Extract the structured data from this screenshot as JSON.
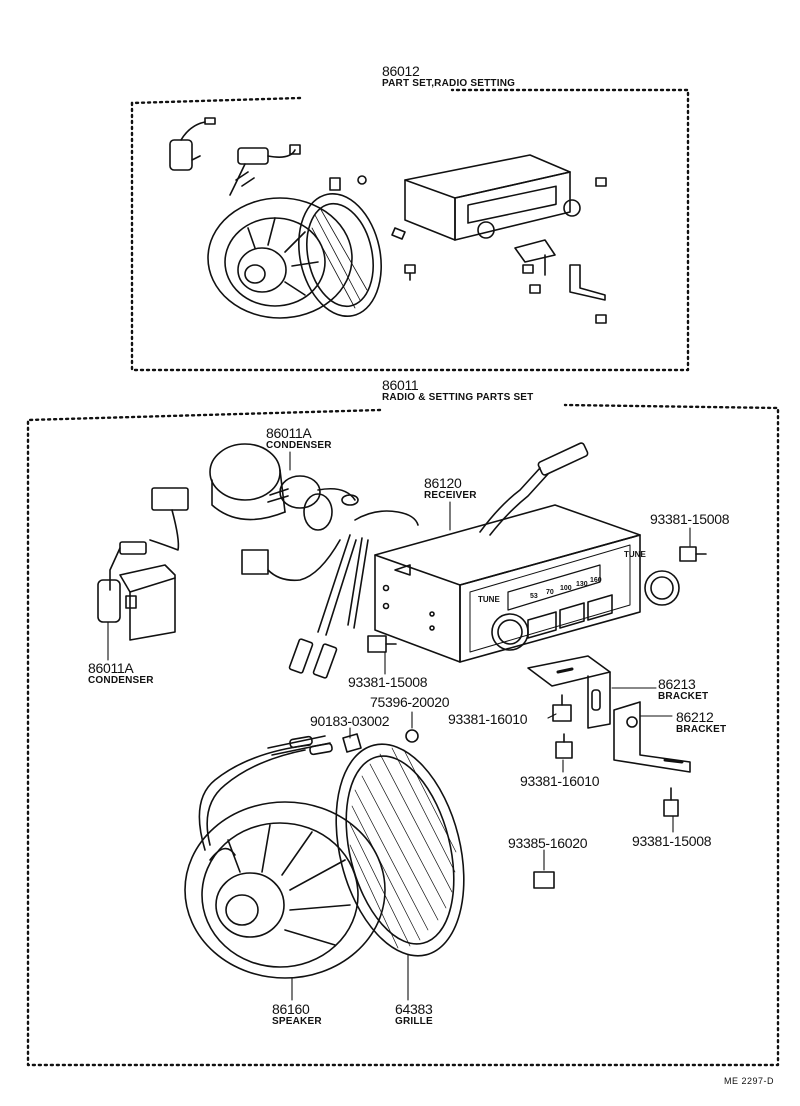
{
  "diagram": {
    "sets": [
      {
        "part_no": "86012",
        "desc": "PART SET,RADIO SETTING"
      },
      {
        "part_no": "86011",
        "desc": "RADIO & SETTING PARTS SET"
      }
    ],
    "parts": {
      "condenser_top": {
        "part_no": "86011A",
        "desc": "CONDENSER"
      },
      "condenser_left": {
        "part_no": "86011A",
        "desc": "CONDENSER"
      },
      "receiver": {
        "part_no": "86120",
        "desc": "RECEIVER"
      },
      "bracket_86213": {
        "part_no": "86213",
        "desc": "BRACKET"
      },
      "bracket_86212": {
        "part_no": "86212",
        "desc": "BRACKET"
      },
      "speaker": {
        "part_no": "86160",
        "desc": "SPEAKER"
      },
      "grille": {
        "part_no": "64383",
        "desc": "GRILLE"
      },
      "bolt_a": "93381-15008",
      "bolt_b": "93381-15008",
      "bolt_c": "93381-15008",
      "bolt_d": "93381-16010",
      "bolt_e": "93381-16010",
      "bolt_f": "93385-16020",
      "washer": "75396-20020",
      "clip": "90183-03002"
    },
    "receiver_face": {
      "tune_left": "TUNE",
      "tune_right": "TUNE",
      "dial": [
        "53",
        "70",
        "100",
        "130",
        "160"
      ]
    },
    "reference": "ME 2297-D"
  }
}
